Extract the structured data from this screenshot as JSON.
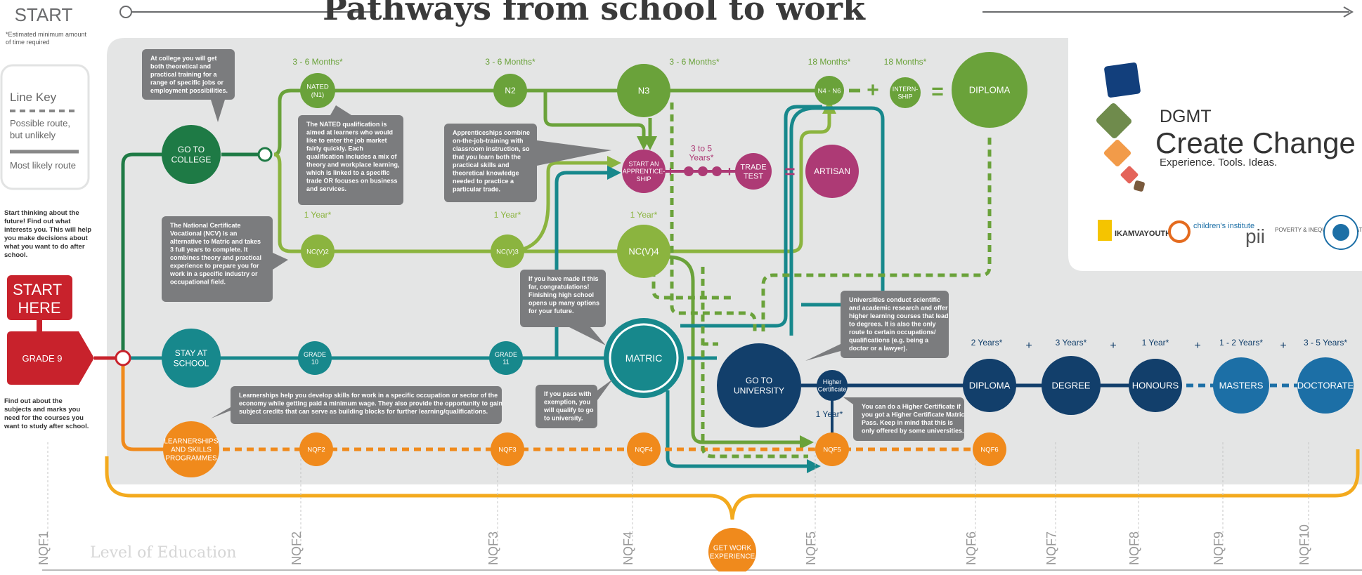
{
  "header": {
    "title": "Pathways from school to work",
    "start_label": "START",
    "note": [
      "*Estimated minimum amount",
      "of time required"
    ]
  },
  "line_key": {
    "title": "Line Key",
    "possible": [
      "Possible route,",
      "but unlikely"
    ],
    "likely": "Most likely route"
  },
  "sidebar": {
    "intro": [
      "Start thinking about the",
      "future! Find out what",
      "interests you. This will help",
      "you make decisions about",
      "what you want to do after",
      "school."
    ],
    "start_here": [
      "START",
      "HERE"
    ],
    "grade9": "GRADE 9",
    "outro": [
      "Find out about the",
      "subjects and marks you",
      "need for the courses you",
      "want to study after school."
    ]
  },
  "brand": {
    "org": "DGMT",
    "tagline": "Create Change",
    "sub": "Experience. Tools. Ideas.",
    "partners": [
      "IKAMVAYOUTH",
      "children's institute",
      "POVERTY & INEQUALITY INITIATIVE"
    ]
  },
  "durations": {
    "m1": "3 - 6 Months*",
    "m2": "3 - 6 Months*",
    "m3": "3 - 6 Months*",
    "m4": "18 Months*",
    "m5": "18 Months*",
    "y1": "1 Year*",
    "y2": "1 Year*",
    "y3": "1 Year*",
    "trade": [
      "3 to 5",
      "Years*"
    ],
    "hc": "1 Year*",
    "dip": "2 Years*",
    "deg": "3 Years*",
    "hon": "1 Year*",
    "mas": "1 - 2 Years*",
    "doc": "3 - 5 Years*"
  },
  "nodes": {
    "go_to_college": [
      "GO TO",
      "COLLEGE"
    ],
    "nated": [
      "NATED",
      "(N1)"
    ],
    "n2": "N2",
    "n3": "N3",
    "n4n6": "N4 - N6",
    "internship": [
      "INTERN-",
      "SHIP"
    ],
    "diploma_top": "DIPLOMA",
    "apprenticeship": [
      "START AN",
      "APPRENTICE-",
      "SHIP"
    ],
    "trade_test": [
      "TRADE",
      "TEST"
    ],
    "artisan": "ARTISAN",
    "ncv2": "NC(V)2",
    "ncv3": "NC(V)3",
    "ncv4": "NC(V)4",
    "stay": [
      "STAY AT",
      "SCHOOL"
    ],
    "grade10": [
      "GRADE",
      "10"
    ],
    "grade11": [
      "GRADE",
      "11"
    ],
    "matric": "MATRIC",
    "university": [
      "GO TO",
      "UNIVERSITY"
    ],
    "higher_cert": [
      "Higher",
      "Certificate"
    ],
    "diploma": "DIPLOMA",
    "degree": "DEGREE",
    "honours": "HONOURS",
    "masters": "MASTERS",
    "doctorate": "DOCTORATE",
    "learnerships": [
      "LEARNERSHIPS",
      "AND SKILLS",
      "PROGRAMMES"
    ],
    "nqf2": "NQF2",
    "nqf3": "NQF3",
    "nqf4": "NQF4",
    "nqf5": "NQF5",
    "nqf6": "NQF6",
    "work": [
      "GET WORK",
      "EXPERIENCE"
    ]
  },
  "callouts": {
    "college": [
      "At college you will get",
      "both theoretical and",
      "practical training for a",
      "range of specific jobs or",
      "employment possibilities."
    ],
    "nated": [
      "The NATED qualification is",
      "aimed at learners who would",
      "like to enter the job market",
      "fairly quickly. Each",
      "qualification includes a mix of",
      "theory and workplace learning,",
      "which is linked to a specific",
      "trade OR focuses on business",
      "and services."
    ],
    "apprentice": [
      "Apprenticeships combine",
      "on-the-job-training with",
      "classroom instruction, so",
      "that you learn both the",
      "practical skills and",
      "theoretical knowledge",
      "needed to practice a",
      "particular trade."
    ],
    "ncv": [
      "The National Certificate",
      "Vocational (NCV) is an",
      "alternative to Matric and takes",
      "3 full years to complete. It",
      "combines theory and practical",
      "experience to prepare you for",
      "work in a specific industry or",
      "occupational field."
    ],
    "matric_far": [
      "If you have made it this",
      "far, congratulations!",
      "Finishing high school",
      "opens up many options",
      "for your future."
    ],
    "university": [
      "Universities conduct scientific",
      "and academic research and offer",
      "higher learning courses that lead",
      "to degrees. It is also the only",
      "route to certain occupations/",
      "qualifications (e.g. being a",
      "doctor or a lawyer)."
    ],
    "learnership": [
      "Learnerships help you develop skills for work in a specific occupation or sector of the",
      "economy while getting paid a minimum wage. They also provide the opportunity to gain",
      "subject credits that can serve as building blocks for further learning/qualifications."
    ],
    "exemption": [
      "If you pass with",
      "exemption, you",
      "will qualify to go",
      "to university."
    ],
    "higher_cert": [
      "You can do a Higher Certificate if",
      "you got a Higher Certificate Matric",
      "Pass. Keep in mind that this is",
      "only offered by some universities."
    ]
  },
  "footer": {
    "level_label": "Level of Education",
    "nqf_axis": [
      "NQF1",
      "NQF2",
      "NQF3",
      "NQF4",
      "NQF5",
      "NQF6",
      "NQF7",
      "NQF8",
      "NQF9",
      "NQF10"
    ]
  },
  "colors": {
    "dark_green": "#1e7a45",
    "green": "#6aa23a",
    "lime": "#8bb43f",
    "teal": "#17888c",
    "navy": "#123f6b",
    "blue": "#1c6fa6",
    "orange": "#f08a1c",
    "magenta": "#ad3a75",
    "red": "#c8222c",
    "grey_panel": "#e4e5e5",
    "callout": "#7b7c7e",
    "gold": "#f3aa1e"
  }
}
